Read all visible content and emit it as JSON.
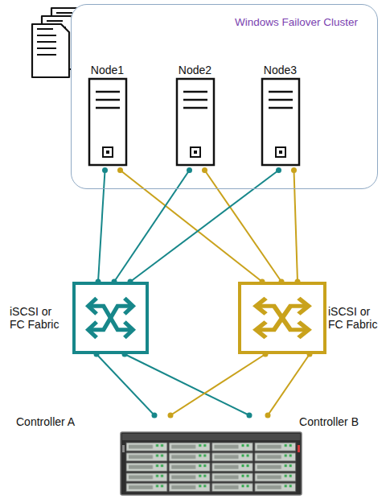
{
  "diagram": {
    "nodes": [
      {
        "text": [
          "Windows Failover Cluster"
        ]
      },
      {
        "text": [
          "Node1"
        ],
        "in": 0
      },
      {
        "text": [
          "Node2"
        ],
        "in": 0
      },
      {
        "text": [
          "Node3"
        ],
        "in": 0
      },
      {
        "text": [
          "iSCSI or FC Fabric"
        ]
      },
      {
        "text": [
          "iSCSI or FC Fabric"
        ]
      },
      {
        "text": [
          "Controller A"
        ]
      },
      {
        "text": [
          "Controller B"
        ]
      }
    ],
    "edges": [
      {
        "from": 1,
        "to": 4,
        "arrow": "none"
      },
      {
        "from": 1,
        "to": 5,
        "arrow": "none"
      },
      {
        "from": 2,
        "to": 4,
        "arrow": "none"
      },
      {
        "from": 2,
        "to": 5,
        "arrow": "none"
      },
      {
        "from": 3,
        "to": 4,
        "arrow": "none"
      },
      {
        "from": 3,
        "to": 5,
        "arrow": "none"
      },
      {
        "from": 4,
        "to": 6,
        "arrow": "none"
      },
      {
        "from": 4,
        "to": 7,
        "arrow": "none"
      },
      {
        "from": 5,
        "to": 6,
        "arrow": "none"
      },
      {
        "from": 5,
        "to": 7,
        "arrow": "none"
      }
    ]
  }
}
